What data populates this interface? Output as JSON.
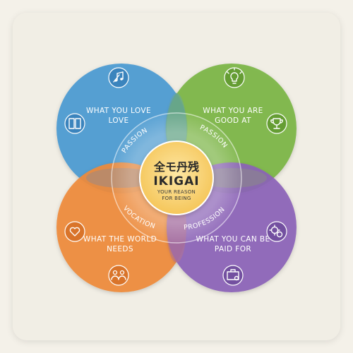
{
  "colors": {
    "background": "#f4f1e9",
    "blue": "#4a9ad2",
    "green": "#7bb545",
    "orange": "#ef8a3a",
    "purple": "#8b63b8",
    "center": "#f7d36a"
  },
  "center": {
    "cjk": "全モ丹残",
    "title": "IKIGAI",
    "subtitle_line1": "YOUR REASON",
    "subtitle_line2": "FOR BEING"
  },
  "quadrants": [
    {
      "id": "love",
      "line1": "WHAT YOU LOVE",
      "line2": "LOVE",
      "icons": [
        "music-notes-icon",
        "book-icon"
      ]
    },
    {
      "id": "good",
      "line1": "WHAT YOU ARE",
      "line2": "GOOD AT",
      "icons": [
        "lightbulb-icon",
        "trophy-icon"
      ]
    },
    {
      "id": "world",
      "line1": "WHAT THE WORLD",
      "line2": "NEEDS",
      "icons": [
        "heart-hand-icon",
        "community-icon"
      ]
    },
    {
      "id": "paid",
      "line1": "WHAT YOU CAN BE",
      "line2": "PAID FOR",
      "icons": [
        "coin-gear-icon",
        "briefcase-icon"
      ]
    }
  ],
  "overlaps": {
    "top_left": "PASSION",
    "top_right": "PASSION",
    "bottom_left": "VOCATION",
    "bottom_right": "PROFESSION"
  }
}
